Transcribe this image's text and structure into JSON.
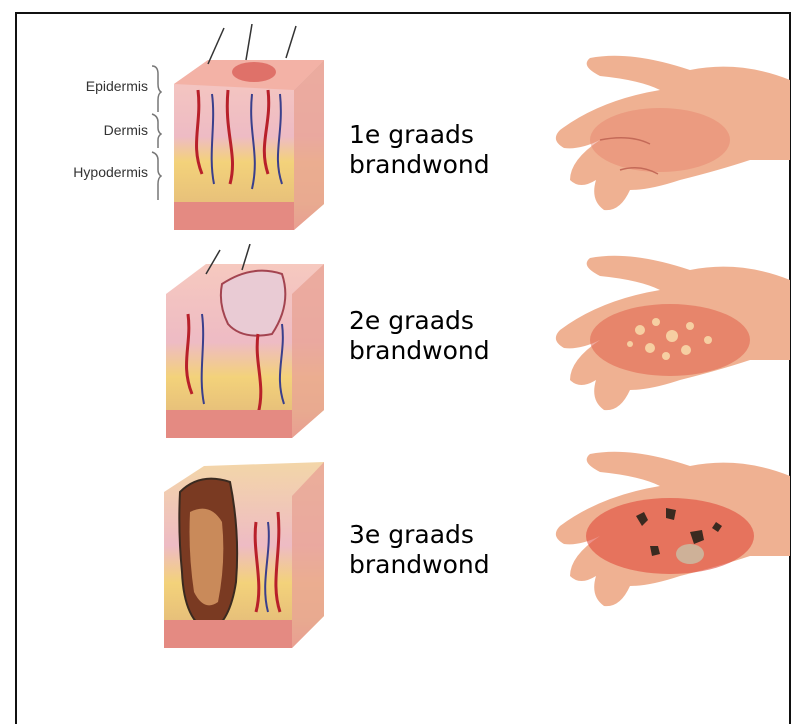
{
  "layers": {
    "epidermis": "Epidermis",
    "dermis": "Dermis",
    "hypodermis": "Hypodermis"
  },
  "burns": [
    {
      "degree": "1e graads",
      "word": "brandwond"
    },
    {
      "degree": "2e graads",
      "word": "brandwond"
    },
    {
      "degree": "3e graads",
      "word": "brandwond"
    }
  ],
  "colors": {
    "skin": "#f2b8a8",
    "flesh": "#e8877a",
    "fat": "#f3d27a",
    "vessel_red": "#b8202a",
    "vessel_blue": "#3a3f8c",
    "hand": "#efb192",
    "burn": "#e0604a",
    "char": "#3a2a20"
  }
}
